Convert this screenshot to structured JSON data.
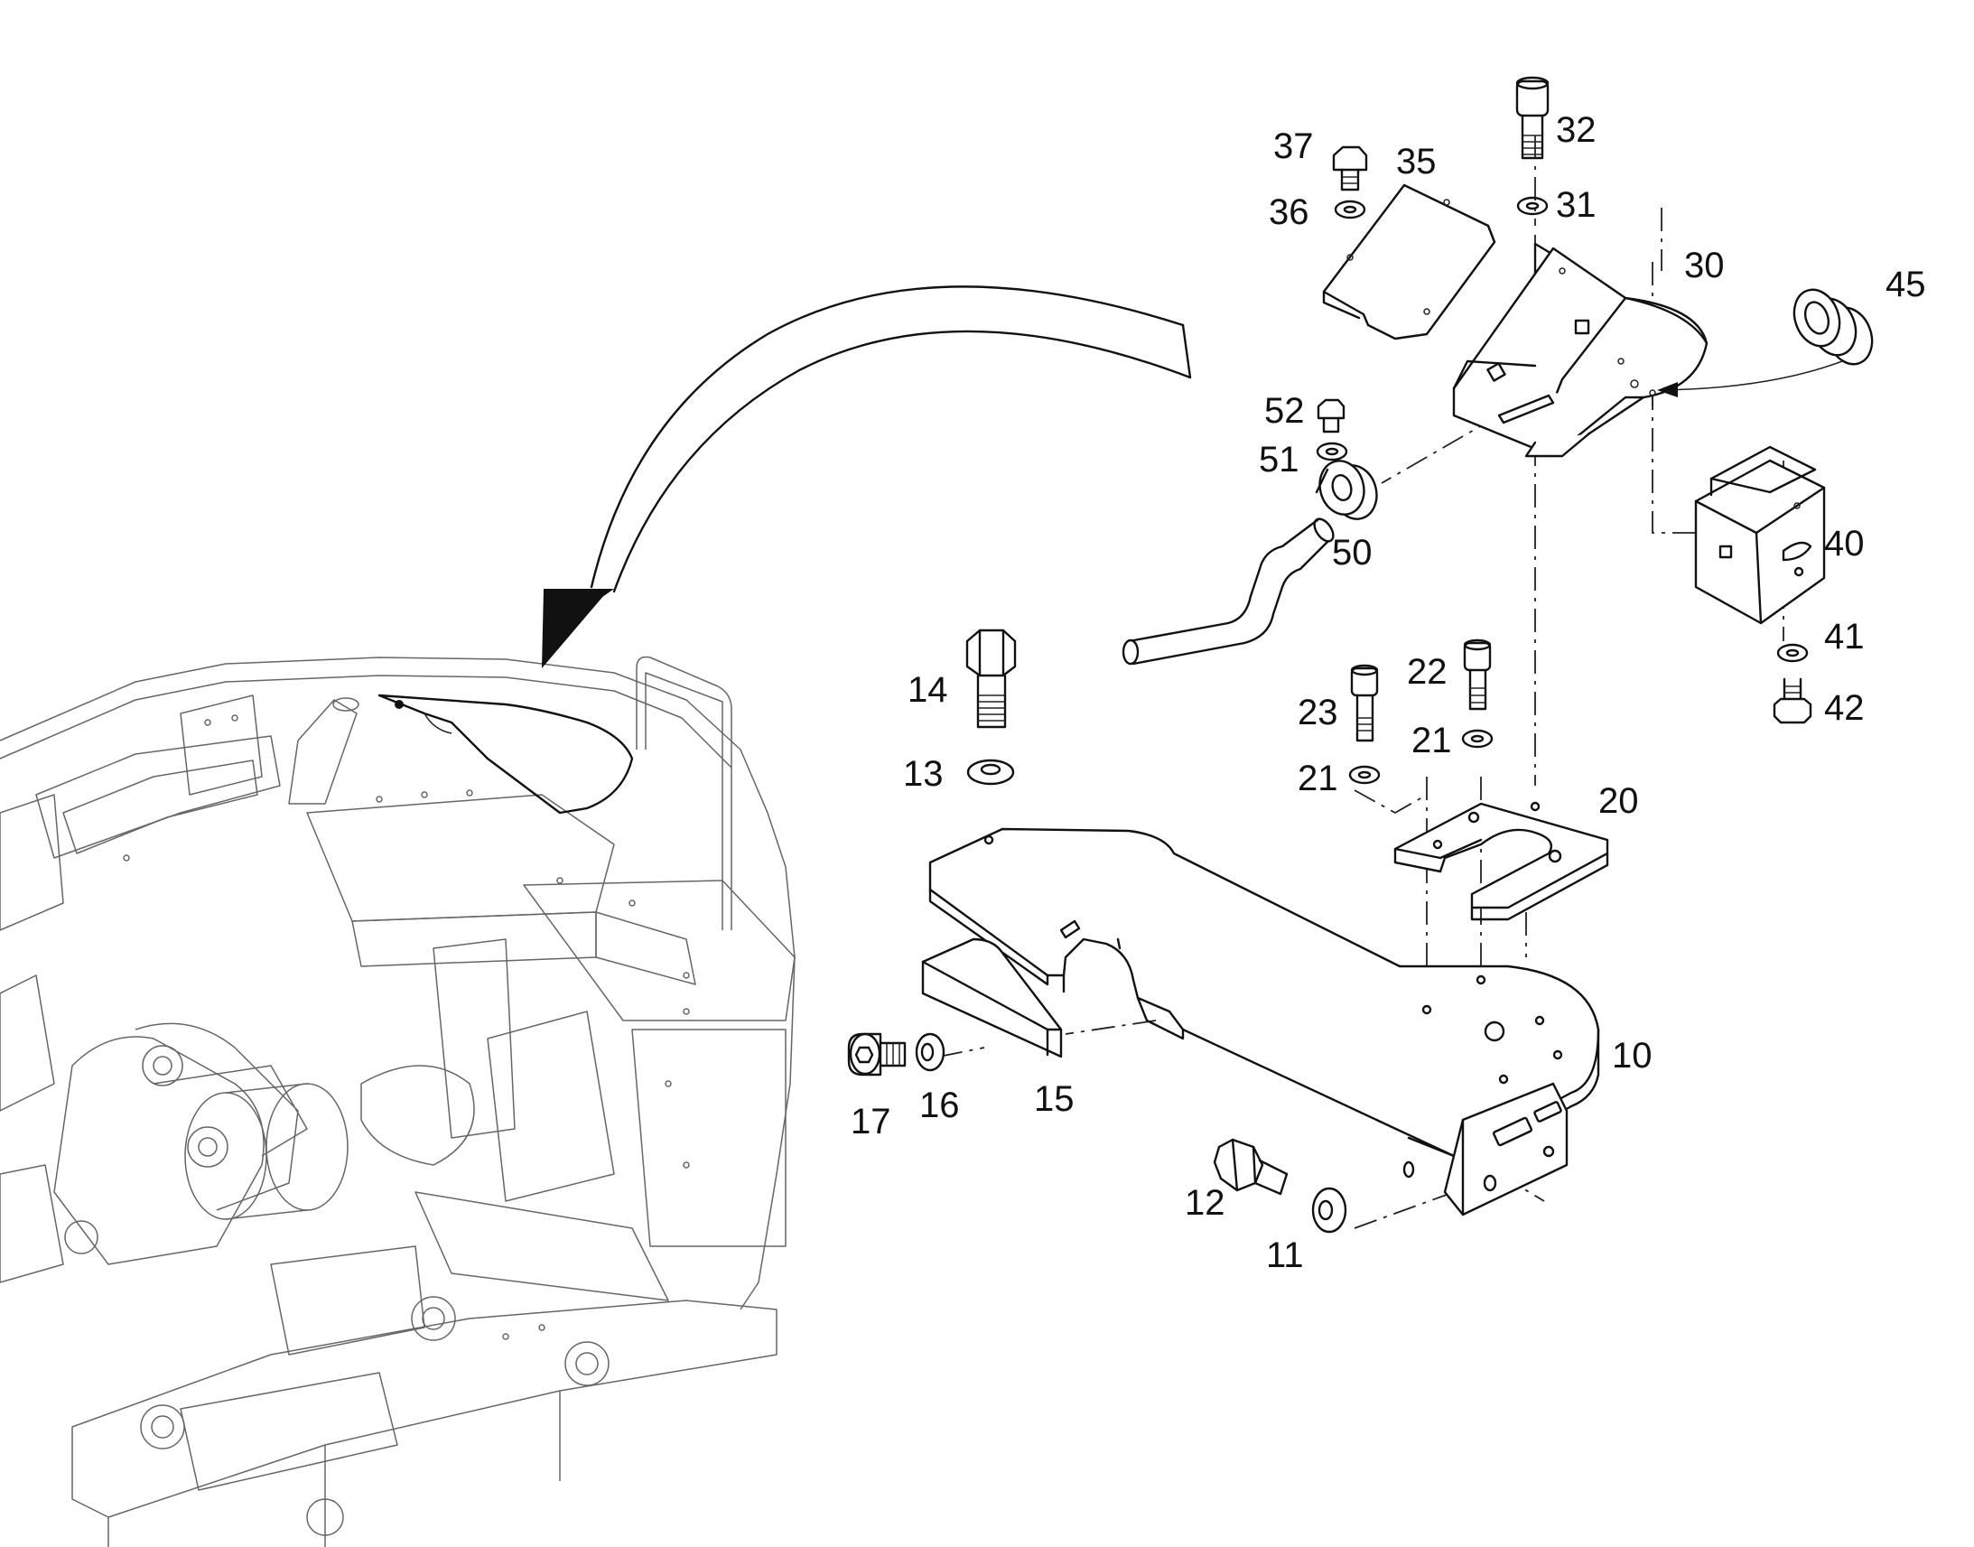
{
  "labels": {
    "p10": "10",
    "p11": "11",
    "p12": "12",
    "p13": "13",
    "p14": "14",
    "p15": "15",
    "p16": "16",
    "p17": "17",
    "p20": "20",
    "p21a": "21",
    "p21b": "21",
    "p22": "22",
    "p23": "23",
    "p30": "30",
    "p31": "31",
    "p32": "32",
    "p35": "35",
    "p36": "36",
    "p37": "37",
    "p40": "40",
    "p41": "41",
    "p42": "42",
    "p45": "45",
    "p50": "50",
    "p51": "51",
    "p52": "52"
  }
}
